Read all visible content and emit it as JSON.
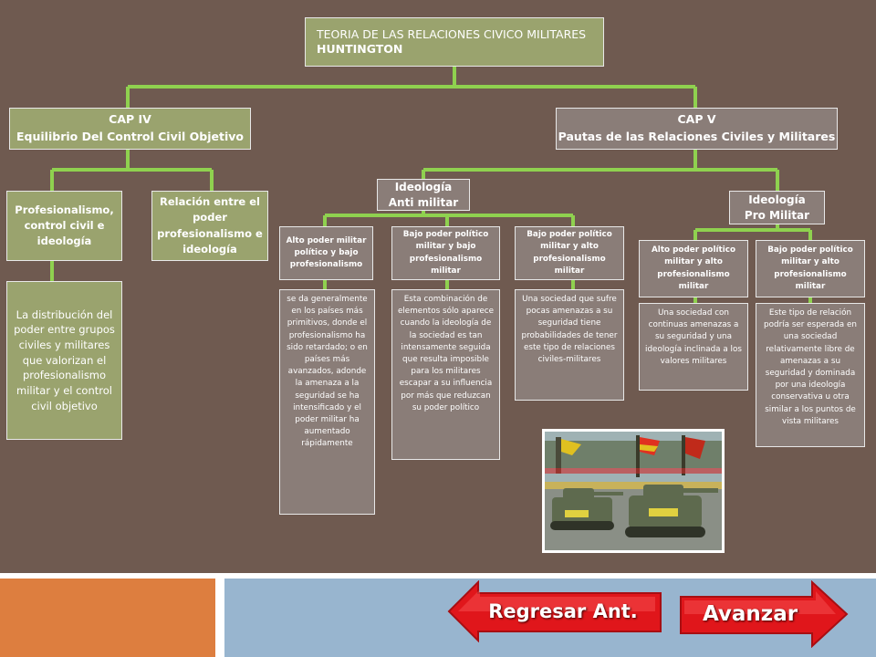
{
  "title": {
    "line1": "TEORIA DE LAS RELACIONES CIVICO MILITARES",
    "line2": "HUNTINGTON"
  },
  "cap_iv": {
    "title": "CAP IV",
    "subtitle": "Equilibrio Del Control Civil Objetivo"
  },
  "cap_v": {
    "title": "CAP V",
    "subtitle": "Pautas de las Relaciones Civiles y Militares"
  },
  "cap_iv_children": {
    "professionalism": "Profesionalismo, control civil e ideología",
    "relation": "Relación entre el poder profesionalismo e ideología",
    "distribution": "La distribución del poder entre grupos civiles y militares que valorizan el profesionalismo militar y el control civil objetivo"
  },
  "anti_military": {
    "title": "Ideología",
    "subtitle": "Anti militar",
    "cases": [
      {
        "heading": "Alto poder militar político y bajo profesionalismo",
        "text": "se da generalmente en los países más primitivos, donde el profesionalismo ha sido retardado; o en países más avanzados, adonde la amenaza a la seguridad se ha intensificado y el poder militar ha aumentado rápidamente"
      },
      {
        "heading": "Bajo poder político militar y bajo profesionalismo militar",
        "text": "Esta combinación de elementos sólo aparece cuando la ideología de la sociedad es tan intensamente seguida que resulta imposible para los militares escapar a su influencia por más que reduzcan su poder político"
      },
      {
        "heading": "Bajo poder político militar y alto profesionalismo militar",
        "text": "Una sociedad que sufre pocas amenazas a su seguridad tiene probabilidades de tener este tipo de relaciones civiles-militares"
      }
    ]
  },
  "pro_military": {
    "title": "Ideología",
    "subtitle": "Pro Militar",
    "cases": [
      {
        "heading": "Alto poder político militar y alto profesionalismo militar",
        "text": "Una sociedad con continuas amenazas a su seguridad y una ideología inclinada a los valores militares"
      },
      {
        "heading": "Bajo poder político militar y alto profesionalismo militar",
        "text": "Este tipo de relación podría ser esperada en una sociedad relativamente libre de amenazas a su seguridad y dominada por una ideología conservativa u otra similar a los puntos de vista militares"
      }
    ]
  },
  "nav": {
    "back": "Regresar Ant.",
    "next": "Avanzar"
  },
  "colors": {
    "background": "#6f5a50",
    "green_box": "#9aa36e",
    "gray_box": "#8a7d78",
    "connector": "#8fd14f",
    "footer_orange": "#dd7e3f",
    "footer_blue": "#98b5cf",
    "button_red": "#e0161b"
  }
}
